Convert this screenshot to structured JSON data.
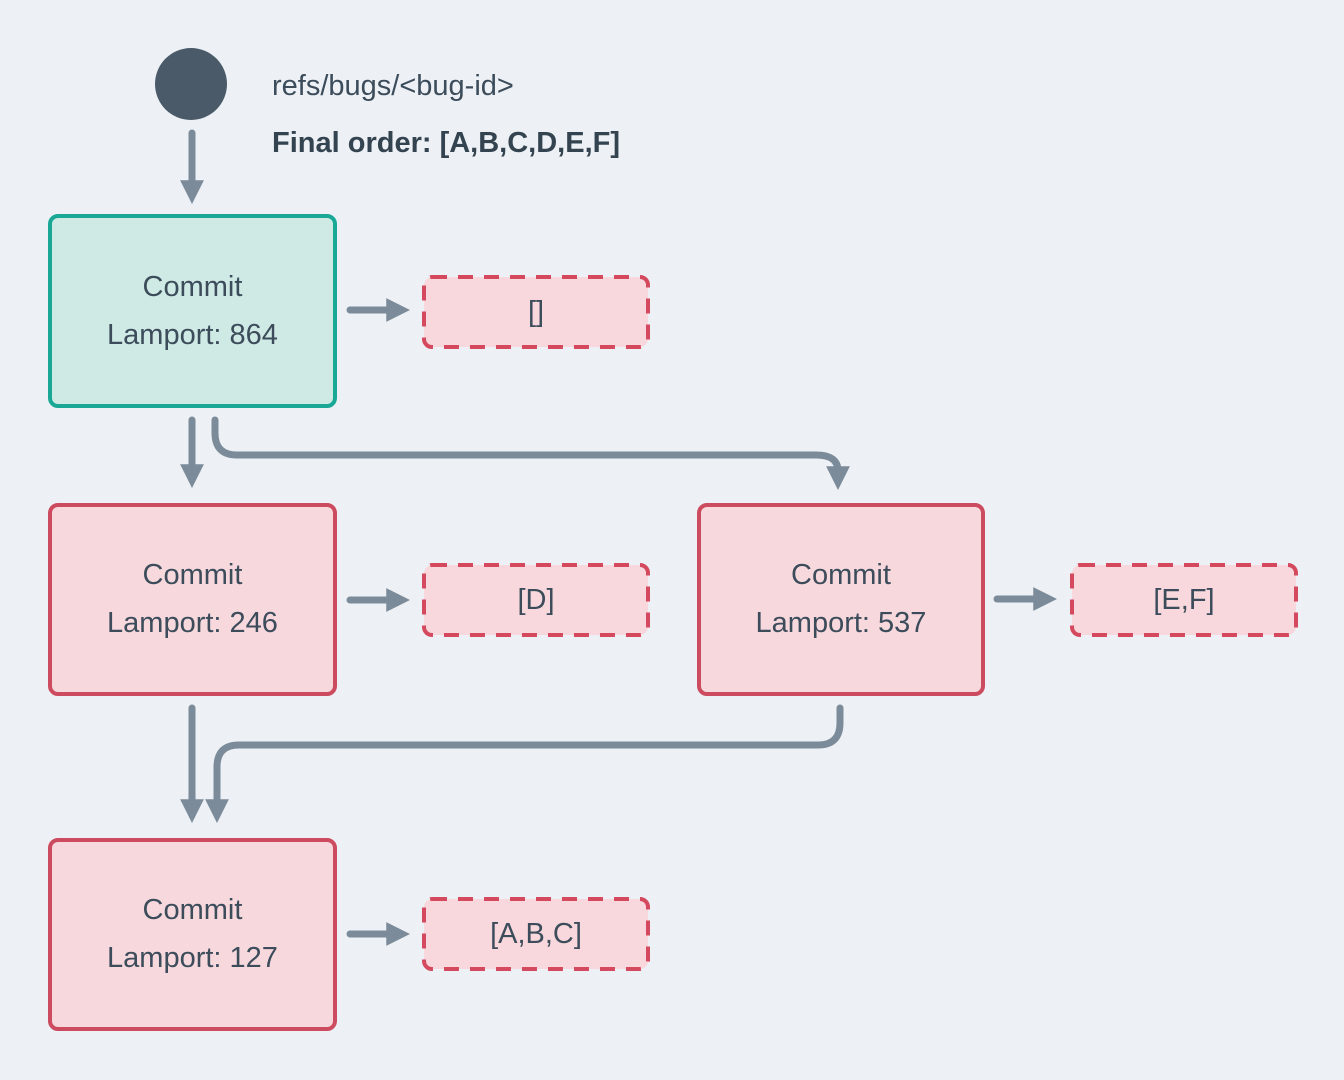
{
  "header": {
    "ref_label": "refs/bugs/<bug-id>",
    "final_order": "Final order: [A,B,C,D,E,F]"
  },
  "commits": [
    {
      "title": "Commit",
      "lamport": "Lamport: 864",
      "payload": "[]",
      "state": "head"
    },
    {
      "title": "Commit",
      "lamport": "Lamport: 246",
      "payload": "[D]",
      "state": "plain"
    },
    {
      "title": "Commit",
      "lamport": "Lamport: 537",
      "payload": "[E,F]",
      "state": "plain"
    },
    {
      "title": "Commit",
      "lamport": "Lamport: 127",
      "payload": "[A,B,C]",
      "state": "plain"
    }
  ],
  "colors": {
    "background": "#edf1f5",
    "head_node_border": "#1aa896",
    "head_node_fill": "#cfeae5",
    "node_border": "#cd4b5f",
    "node_fill": "#f7d9dd",
    "payload_border": "#d5495f",
    "payload_fill": "#f8d8dc",
    "arrow": "#7c8b9a",
    "text": "#3c4c5b",
    "ref_circle": "#4a5a68"
  }
}
